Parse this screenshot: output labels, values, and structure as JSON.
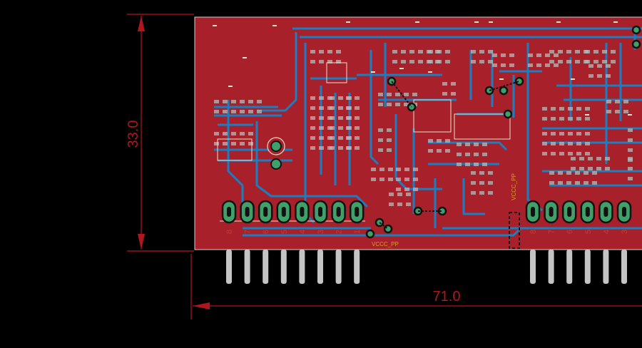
{
  "colors": {
    "background": "#000000",
    "board": "#a8202a",
    "board_dark": "#8f1a22",
    "trace": "#1a7fc2",
    "pad": "#3fa06a",
    "pin": "#c4c4c4",
    "dimension": "#b0161e",
    "silkscreen": "#e8e0c8",
    "label": "#d4a51a"
  },
  "dimensions": {
    "height_label": "33.0",
    "width_label": "71.0"
  },
  "net_labels": {
    "bottom": "VCCC_PP",
    "vertical": "VCCC_PP"
  },
  "left_header": {
    "pin_labels": [
      "8",
      "7",
      "6",
      "5",
      "4",
      "3",
      "2",
      "1"
    ]
  },
  "right_header": {
    "pin_labels": [
      "8",
      "7",
      "6",
      "5",
      "4",
      "3"
    ]
  },
  "icons": [
    "via-icon",
    "mounting-hole-icon",
    "dimension-arrow-icon"
  ]
}
